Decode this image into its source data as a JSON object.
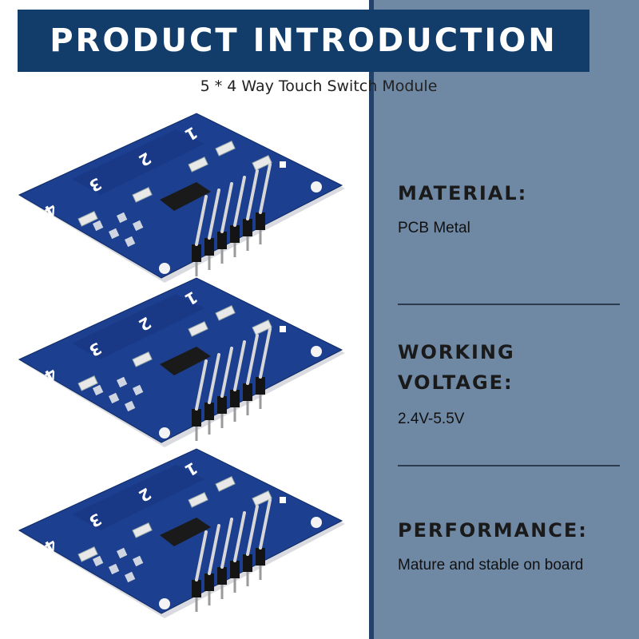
{
  "header": {
    "title": "PRODUCT INTRODUCTION"
  },
  "subtitle": "5 *  4 Way Touch Switch Module",
  "specs": [
    {
      "heading_lines": [
        "MATERIAL:"
      ],
      "value": "PCB Metal"
    },
    {
      "heading_lines": [
        "WORKING",
        "VOLTAGE:"
      ],
      "value": "2.4V-5.5V"
    },
    {
      "heading_lines": [
        "PERFORMANCE:"
      ],
      "value": "Mature and stable on board"
    }
  ],
  "colors": {
    "banner": "#123d6a",
    "panel": "#6f88a4",
    "pcb": "#1c3f8f"
  },
  "board_pad_labels": [
    "1",
    "2",
    "3",
    "4"
  ]
}
